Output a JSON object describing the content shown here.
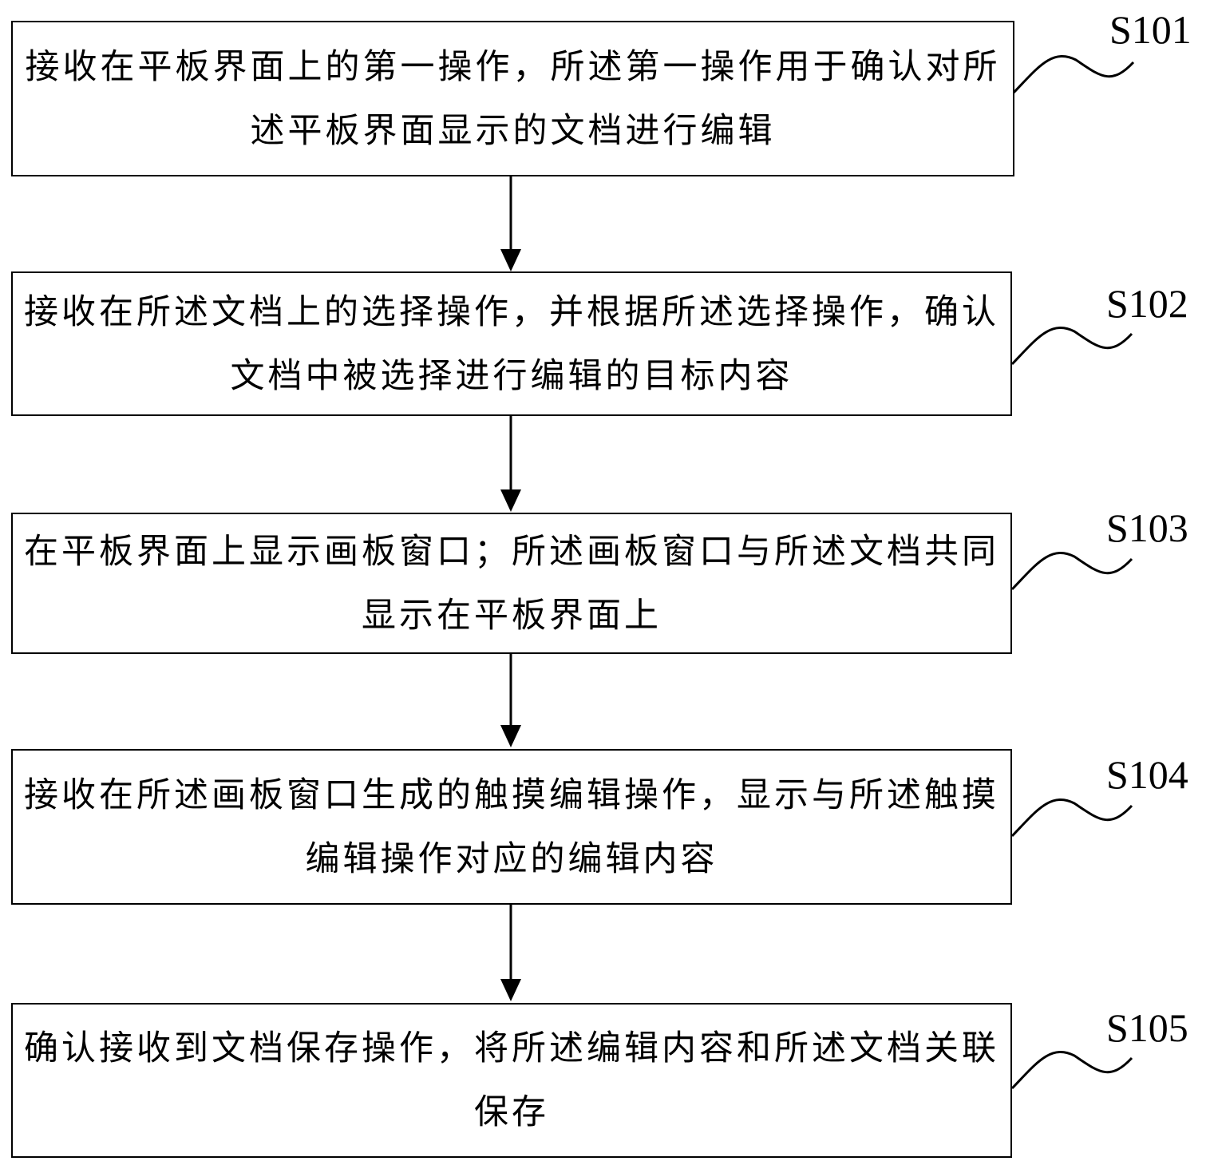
{
  "steps": [
    {
      "label": "S101",
      "text": "接收在平板界面上的第一操作，所述第一操作用于确认对所述平板界面显示的文档进行编辑"
    },
    {
      "label": "S102",
      "text": "接收在所述文档上的选择操作，并根据所述选择操作，确认文档中被选择进行编辑的目标内容"
    },
    {
      "label": "S103",
      "text": "在平板界面上显示画板窗口；所述画板窗口与所述文档共同显示在平板界面上"
    },
    {
      "label": "S104",
      "text": "接收在所述画板窗口生成的触摸编辑操作，显示与所述触摸编辑操作对应的编辑内容"
    },
    {
      "label": "S105",
      "text": "确认接收到文档保存操作，将所述编辑内容和所述文档关联保存"
    }
  ]
}
